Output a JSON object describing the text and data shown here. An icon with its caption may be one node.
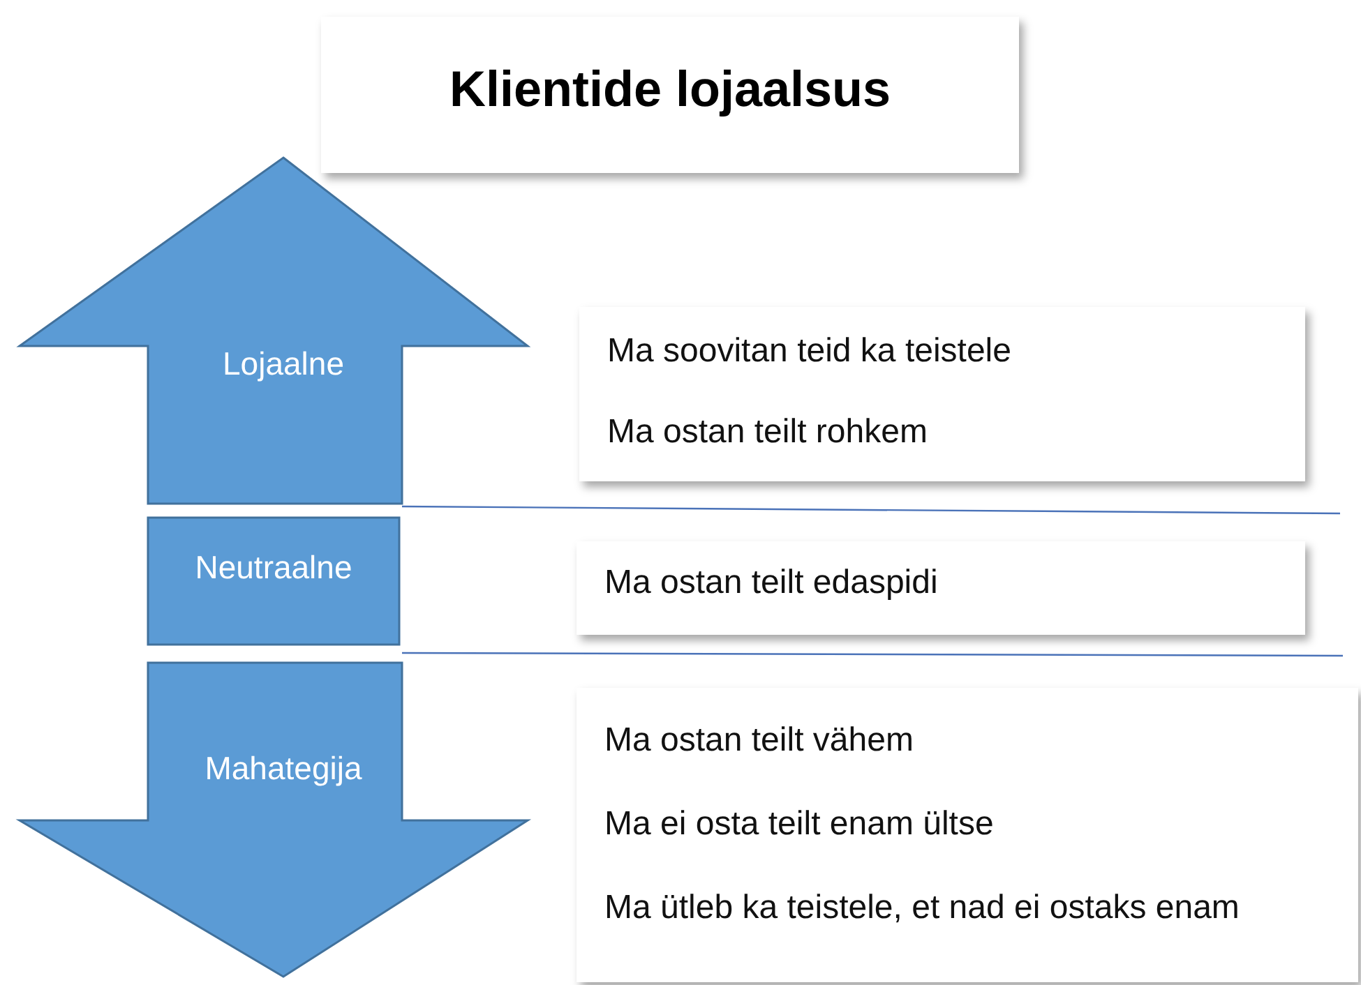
{
  "diagram": {
    "title": "Klientide lojaalsus",
    "nodes": [
      {
        "text": [
          "Lojaalne"
        ]
      },
      {
        "text": [
          "Neutraalne"
        ]
      },
      {
        "text": [
          "Mahategija"
        ]
      },
      {
        "text": [
          "Ma soovitan teid ka teistele",
          "Ma ostan teilt rohkem"
        ]
      },
      {
        "text": [
          "Ma ostan teilt edaspidi"
        ]
      },
      {
        "text": [
          "Ma ostan teilt vähem",
          "Ma ei osta teilt enam ültse",
          "Ma ütleb ka teistele, et nad ei ostaks enam"
        ]
      }
    ]
  }
}
